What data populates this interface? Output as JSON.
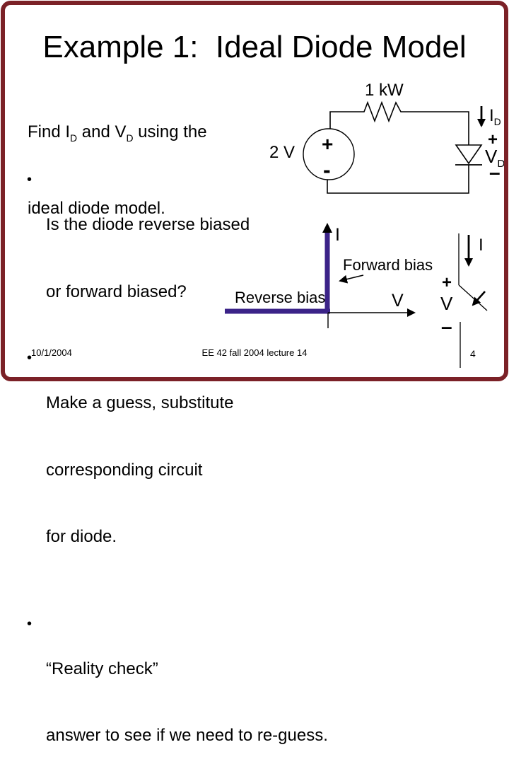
{
  "colors": {
    "accent_purple": "#3B2388",
    "frame_maroon": "#7B2127",
    "text_black": "#000000"
  },
  "title": "Example 1:  Ideal Diode Model",
  "intro": {
    "seg1": "Find I",
    "sub1": "D",
    "seg2": " and V",
    "sub2": "D",
    "seg3": " using the",
    "line2": "ideal diode model."
  },
  "bullets": {
    "marker": "•",
    "b1": {
      "l1": "Is the diode reverse biased",
      "l2": "or forward biased?"
    },
    "b2": {
      "l1": "Make a guess, substitute",
      "l2": "corresponding circuit",
      "l3": "for diode."
    },
    "b3": {
      "l1": "“Reality check”",
      "l2": "answer to see if we need to re-guess."
    }
  },
  "circuit": {
    "resistor_label": "1 kW",
    "source_label": "2 V",
    "source_plus": "+",
    "source_minus": "-",
    "current_name": "I",
    "current_sub": "D",
    "anode_plus": "+",
    "voltage_name": "V",
    "voltage_sub": "D",
    "cathode_minus": "–"
  },
  "graph": {
    "i_axis": "I",
    "v_axis": "V",
    "forward_label": "Forward bias",
    "reverse_label": "Reverse bias"
  },
  "open_model": {
    "current_name": "I",
    "plus": "+",
    "voltage_name": "V",
    "minus": "–"
  },
  "footer": {
    "date": "10/1/2004",
    "course": "EE 42 fall 2004 lecture 14",
    "page": "4"
  }
}
